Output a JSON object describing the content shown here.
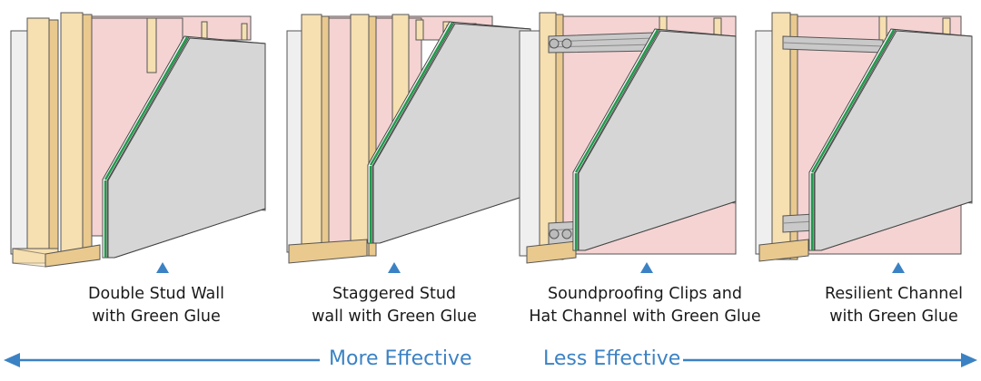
{
  "walls": [
    {
      "id": "double-stud",
      "lines": [
        "Double Stud Wall",
        "with Green Glue"
      ]
    },
    {
      "id": "staggered-stud",
      "lines": [
        "Staggered Stud",
        "wall with Green Glue"
      ]
    },
    {
      "id": "soundproofing-clips",
      "lines": [
        "Soundproofing Clips and",
        "Hat Channel with Green Glue"
      ]
    },
    {
      "id": "resilient-channel",
      "lines": [
        "Resilient Channel",
        "with Green Glue"
      ]
    }
  ],
  "scale": {
    "left_label": "More Effective",
    "right_label": "Less Effective"
  },
  "colors": {
    "accent_blue": "#3b82c4",
    "stud_wood": "#f6dfb0",
    "insulation_pink": "#f5d3d3",
    "drywall_gray": "#d6d6d6",
    "green_glue": "#1e9b4a",
    "metal_channel": "#c9c9c9"
  },
  "icons": {
    "marker": "triangle-up-icon",
    "arrows": [
      "arrow-left-icon",
      "arrow-right-icon"
    ]
  }
}
